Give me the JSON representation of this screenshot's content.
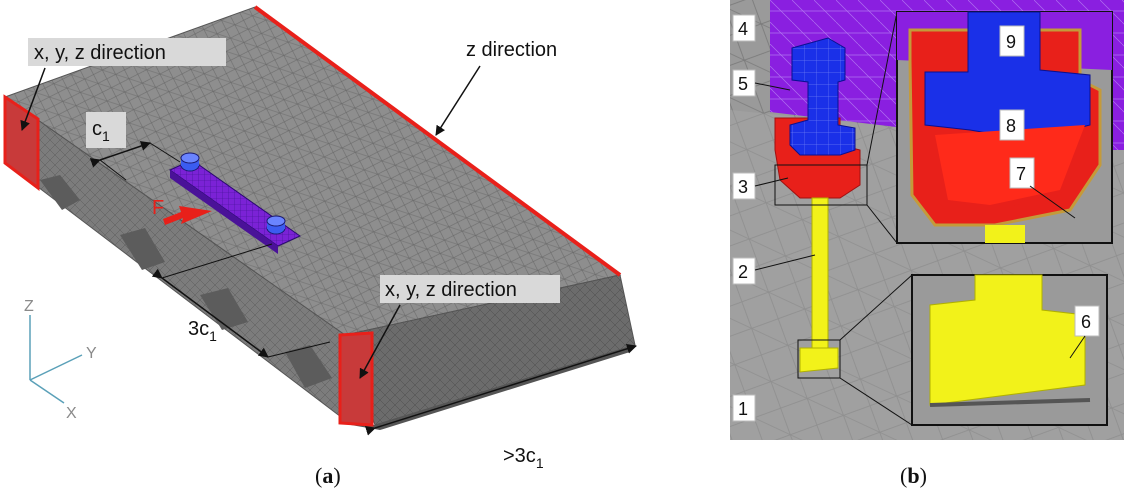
{
  "panel_a": {
    "label_xyz_left": "x, y, z direction",
    "label_z": "z direction",
    "label_xyz_right": "x, y, z direction",
    "dim_c1": "c",
    "dim_c1_sub": "1",
    "dim_3c1": "3c",
    "dim_3c1_sub": "1",
    "dim_gt3c1": ">3c",
    "dim_gt3c1_sub": "1",
    "force": "F",
    "axis_z": "Z",
    "axis_y": "Y",
    "axis_x": "X",
    "caption_open": "(",
    "caption_letter": "a",
    "caption_close": ")"
  },
  "panel_b": {
    "labels": [
      "1",
      "2",
      "3",
      "4",
      "5",
      "6",
      "7",
      "8",
      "9"
    ],
    "caption_open": "(",
    "caption_letter": "b",
    "caption_close": ")"
  },
  "colors": {
    "mesh_gray": "#8c8c8c",
    "boundary_red": "#e8201a",
    "rail_purple": "#7b22d6",
    "anchor_blue": "#1a2ee8",
    "slab_violet": "#8a1fe0",
    "bolt_yellow": "#f2f21a",
    "force_red": "#e8201a"
  }
}
